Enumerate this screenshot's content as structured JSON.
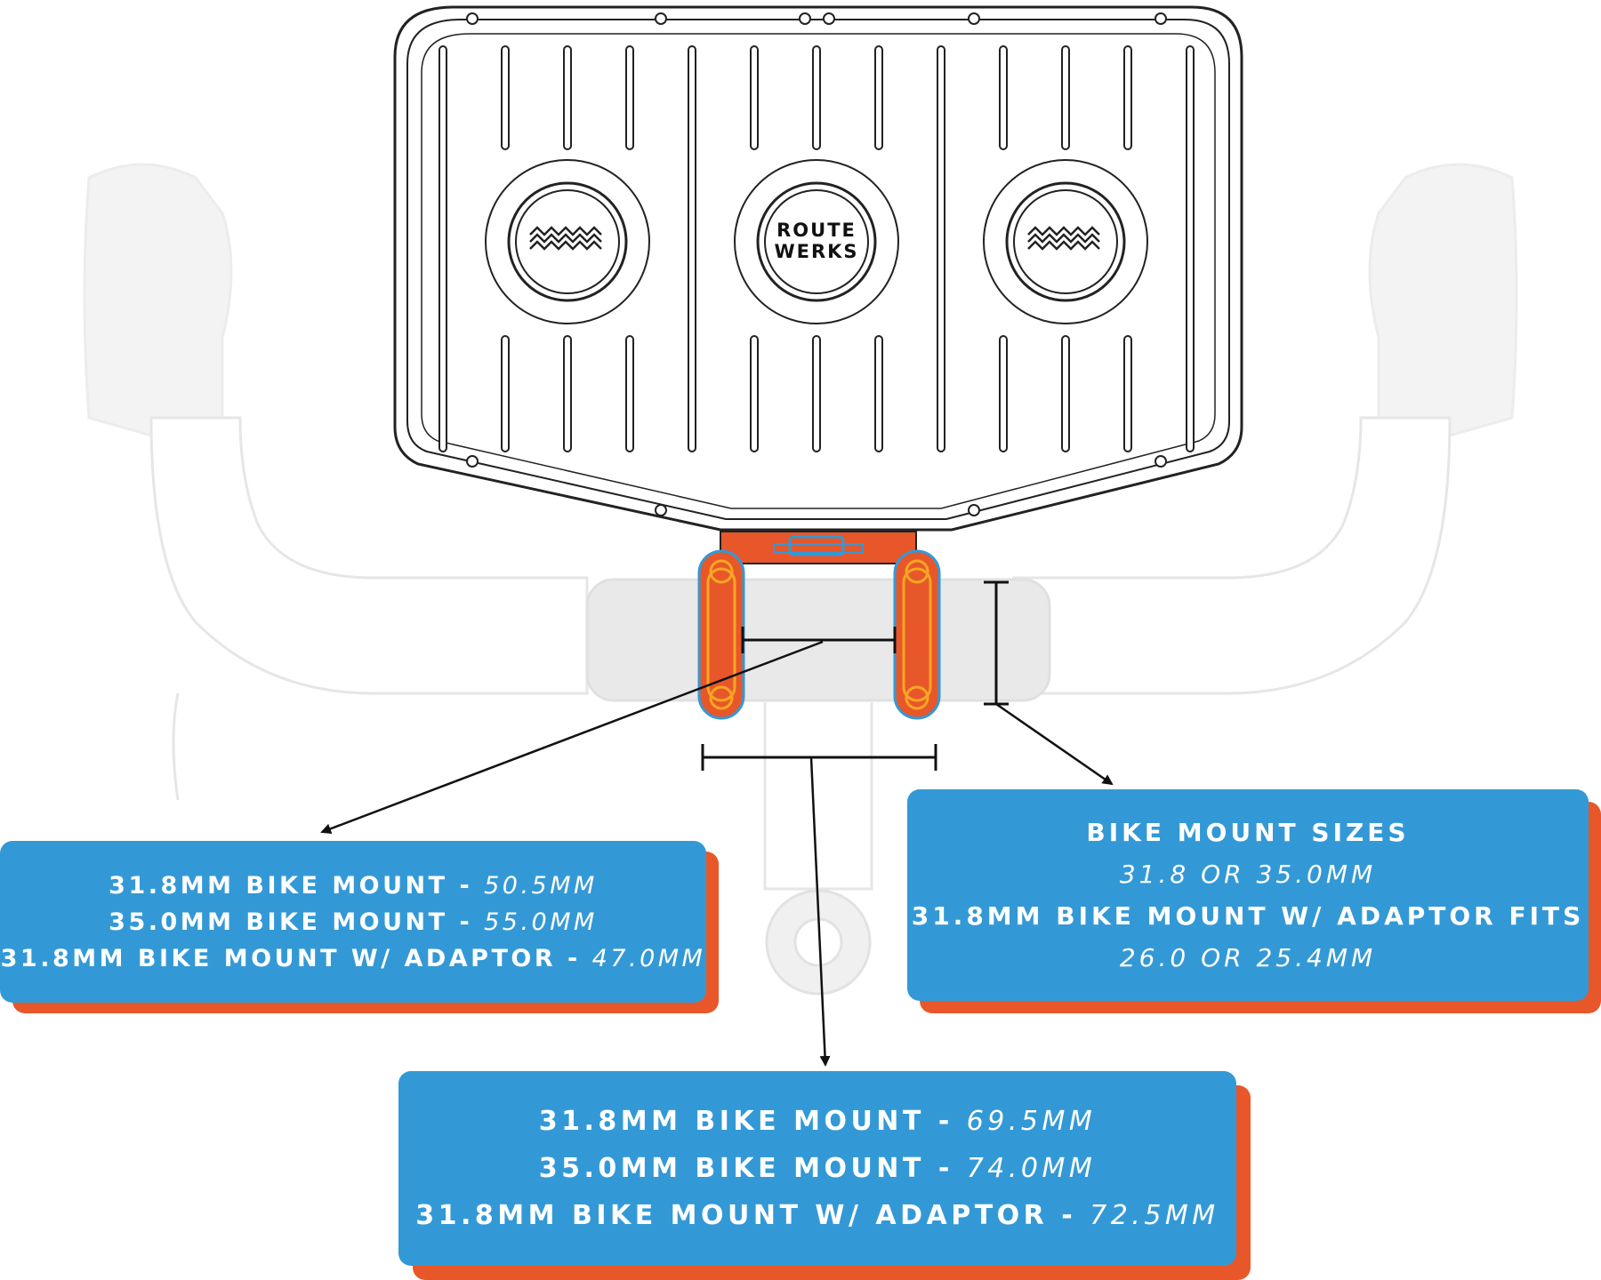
{
  "colors": {
    "callout_fill": "#3399d6",
    "callout_shadow": "#e8572a",
    "mount_arm": "#e8572a",
    "mount_arm_highlight": "#f6a623",
    "handlebar_ghost": "#e9e9e9",
    "outline": "#222222"
  },
  "logo": {
    "line1": "ROUTE",
    "line2": "WERKS"
  },
  "callouts": {
    "left": {
      "lines": [
        {
          "label": "31.8MM BIKE MOUNT",
          "dash": " - ",
          "value": "50.5MM"
        },
        {
          "label": "35.0MM BIKE MOUNT",
          "dash": " - ",
          "value": "55.0MM"
        },
        {
          "label": "31.8MM BIKE MOUNT W/ ADAPTOR",
          "dash": " - ",
          "value": "47.0MM"
        }
      ]
    },
    "right": {
      "title": "BIKE MOUNT SIZES",
      "sizes": "31.8 OR 35.0MM",
      "adaptor_label": "31.8MM BIKE MOUNT W/ ADAPTOR FITS",
      "adaptor_sizes": "26.0 OR 25.4MM"
    },
    "bottom": {
      "lines": [
        {
          "label": "31.8MM BIKE MOUNT",
          "dash": " - ",
          "value": "69.5MM"
        },
        {
          "label": "35.0MM BIKE MOUNT",
          "dash": " - ",
          "value": "74.0MM"
        },
        {
          "label": "31.8MM BIKE MOUNT W/ ADAPTOR",
          "dash": " - ",
          "value": "72.5MM"
        }
      ]
    }
  }
}
